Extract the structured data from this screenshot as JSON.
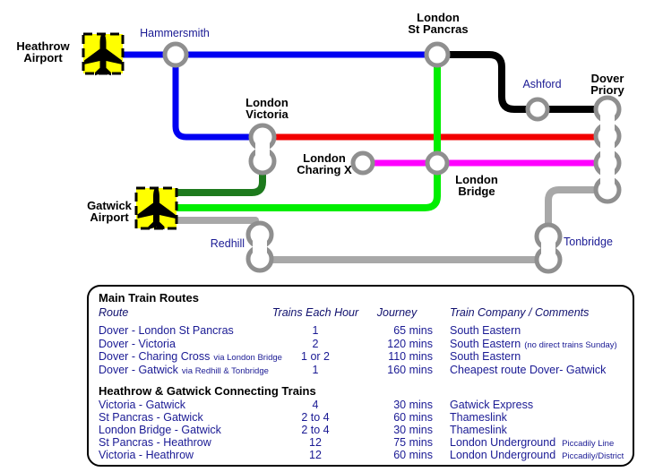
{
  "colors": {
    "blue": "#0000f2",
    "black_line": "#000000",
    "red": "#f20000",
    "bright_green": "#00ee00",
    "dark_green": "#1d7a1d",
    "magenta": "#ff00ff",
    "gray_line": "#a8a8a8",
    "station_ring": "#8f8f8f",
    "airport_yellow": "#ffff00",
    "navy_text": "#1a1a94"
  },
  "stations": {
    "heathrow": {
      "line1": "Heathrow",
      "line2": "Airport"
    },
    "hammersmith": {
      "line1": "Hammersmith"
    },
    "st_pancras": {
      "line1": "London",
      "line2": "St Pancras"
    },
    "ashford": {
      "line1": "Ashford"
    },
    "dover_priory": {
      "line1": "Dover",
      "line2": "Priory"
    },
    "victoria": {
      "line1": "London",
      "line2": "Victoria"
    },
    "charing_x": {
      "line1": "London",
      "line2": "Charing X"
    },
    "london_bridge": {
      "line1": "London",
      "line2": "Bridge"
    },
    "gatwick": {
      "line1": "Gatwick",
      "line2": "Airport"
    },
    "redhill": {
      "line1": "Redhill"
    },
    "tonbridge": {
      "line1": "Tonbridge"
    }
  },
  "routes_table": {
    "section1_title": "Main Train Routes",
    "headers": {
      "route": "Route",
      "trains": "Trains Each Hour",
      "journey": "Journey",
      "company": "Train Company / Comments"
    },
    "rows": [
      {
        "route": "Dover - London St Pancras",
        "via": "",
        "trains": "1",
        "journey": "65 mins",
        "company": "South Eastern",
        "note": ""
      },
      {
        "route": "Dover - Victoria",
        "via": "",
        "trains": "2",
        "journey": "120 mins",
        "company": "South Eastern",
        "note": "(no direct trains Sunday)"
      },
      {
        "route": "Dover - Charing Cross",
        "via": "via London Bridge",
        "trains": "1 or 2",
        "journey": "110 mins",
        "company": "South Eastern",
        "note": ""
      },
      {
        "route": "Dover - Gatwick",
        "via": "via Redhill & Tonbridge",
        "trains": "1",
        "journey": "160 mins",
        "company": "Cheapest route Dover- Gatwick",
        "note": ""
      }
    ],
    "section2_title": "Heathrow & Gatwick Connecting Trains",
    "rows2": [
      {
        "route": "Victoria - Gatwick",
        "via": "",
        "trains": "4",
        "journey": "30 mins",
        "company": "Gatwick Express",
        "note": ""
      },
      {
        "route": "St Pancras - Gatwick",
        "via": "",
        "trains": "2 to 4",
        "journey": "60 mins",
        "company": "Thameslink",
        "note": ""
      },
      {
        "route": "London Bridge - Gatwick",
        "via": "",
        "trains": "2 to 4",
        "journey": "30 mins",
        "company": "Thameslink",
        "note": ""
      },
      {
        "route": "St Pancras - Heathrow",
        "via": "",
        "trains": "12",
        "journey": "75 mins",
        "company": "London Underground",
        "note": "Piccadily Line"
      },
      {
        "route": "Victoria - Heathrow",
        "via": "",
        "trains": "12",
        "journey": "60 mins",
        "company": "London Underground",
        "note": "Piccadily/District"
      }
    ]
  }
}
